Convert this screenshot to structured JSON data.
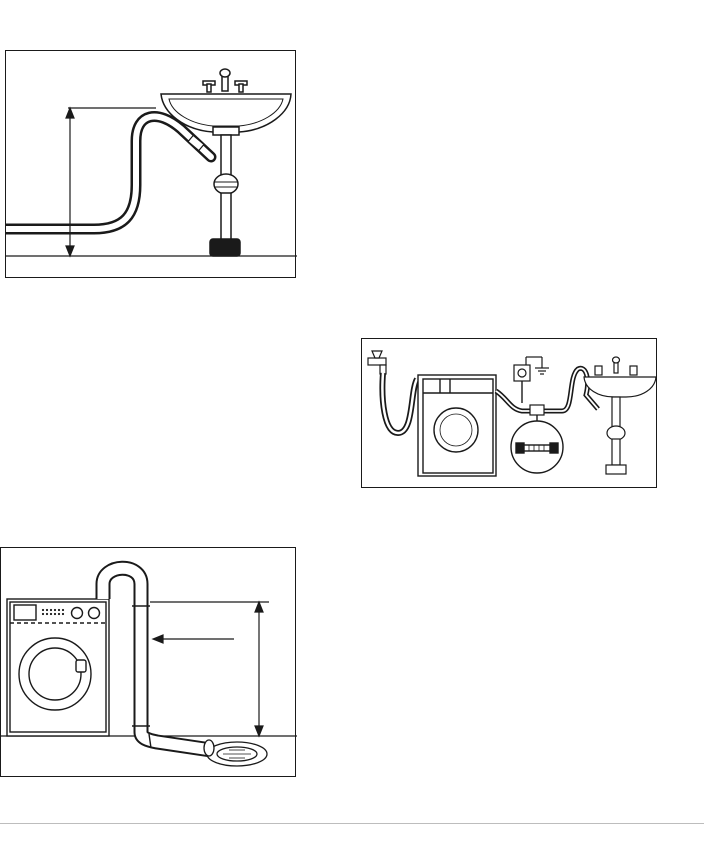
{
  "page": {
    "figures": [
      {
        "id": "sink-drain-height",
        "text": ""
      },
      {
        "id": "machine-connection",
        "text": ""
      },
      {
        "id": "standpipe-drain",
        "text": ""
      }
    ]
  },
  "colors": {
    "line": "#1a1a1a",
    "background": "#ffffff",
    "footer_rule": "#bdbdbd"
  },
  "icons": [
    "washbasin-icon",
    "drain-hose-icon",
    "height-arrow-icon",
    "washing-machine-icon",
    "water-tap-icon",
    "power-socket-icon",
    "ground-symbol-icon",
    "hose-coupling-icon",
    "floor-drain-icon"
  ]
}
